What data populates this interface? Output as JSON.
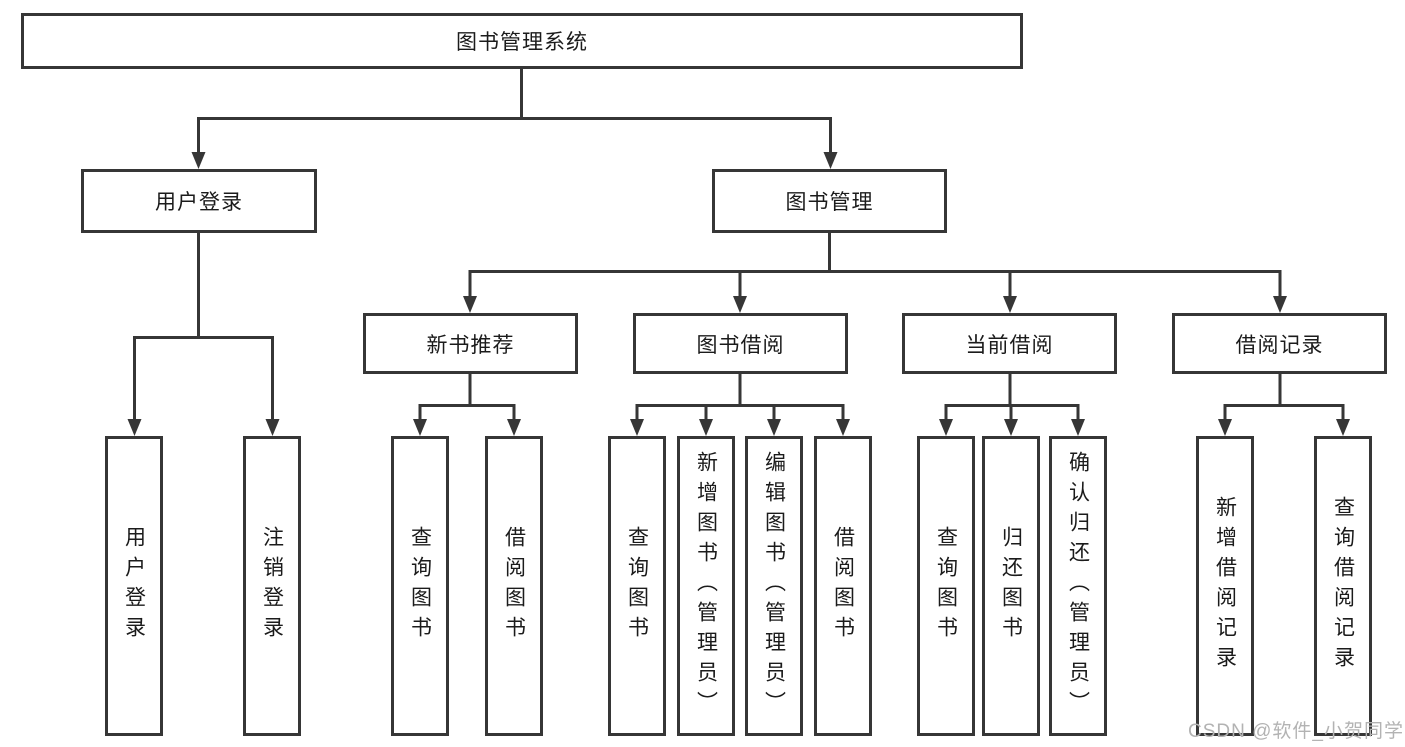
{
  "diagram_title": "图书管理系统",
  "tree": {
    "label": "图书管理系统",
    "children": [
      {
        "label": "用户登录",
        "children": [
          {
            "label": "用户登录"
          },
          {
            "label": "注销登录"
          }
        ]
      },
      {
        "label": "图书管理",
        "children": [
          {
            "label": "新书推荐",
            "children": [
              {
                "label": "查询图书"
              },
              {
                "label": "借阅图书"
              }
            ]
          },
          {
            "label": "图书借阅",
            "children": [
              {
                "label": "查询图书"
              },
              {
                "label": "新增图书（管理员）"
              },
              {
                "label": "编辑图书（管理员）"
              },
              {
                "label": "借阅图书"
              }
            ]
          },
          {
            "label": "当前借阅",
            "children": [
              {
                "label": "查询图书"
              },
              {
                "label": "归还图书"
              },
              {
                "label": "确认归还（管理员）"
              }
            ]
          },
          {
            "label": "借阅记录",
            "children": [
              {
                "label": "新增借阅记录"
              },
              {
                "label": "查询借阅记录"
              }
            ]
          }
        ]
      }
    ]
  },
  "watermark": "CSDN @软件_小贺同学",
  "colors": {
    "line": "#363636",
    "text": "#1b1b1b",
    "watermark": "#b3b3b3",
    "background": "#ffffff"
  }
}
